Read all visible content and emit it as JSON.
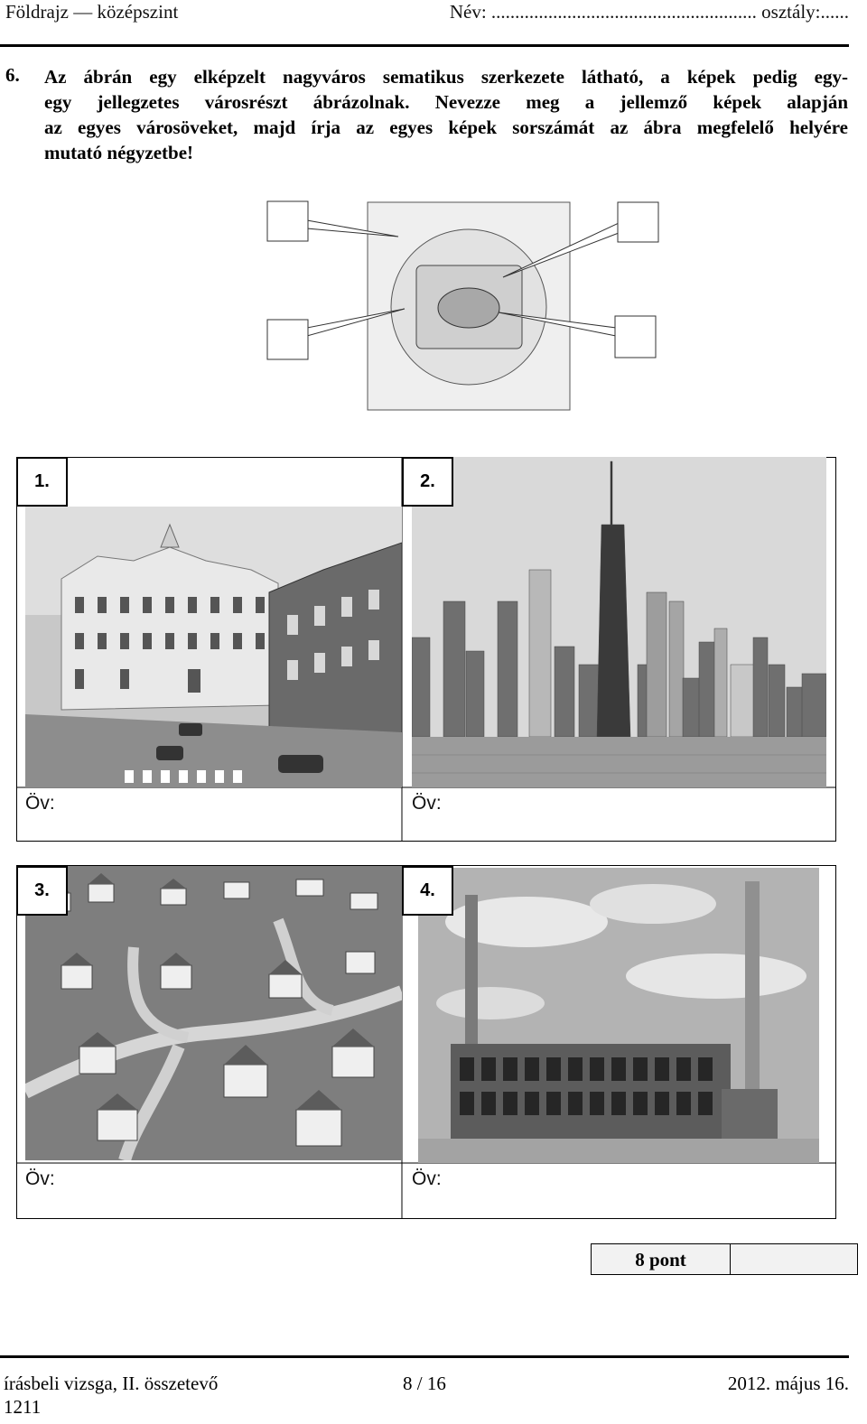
{
  "header": {
    "left": "Földrajz — középszint",
    "right": "Név: ........................................................ osztály:......"
  },
  "question": {
    "number": "6.",
    "lines": [
      "Az ábrán egy elképzelt nagyváros sematikus szerkezete látható, a képek pedig egy-",
      "egy jellegzetes városrészt ábrázolnak. Nevezze meg a jellemző képek alapján",
      "az egyes városöveket, majd írja az egyes képek sorszámát az ábra megfelelő helyére",
      "mutató négyzetbe!"
    ]
  },
  "photos": [
    {
      "number": "1.",
      "zone_label": "Öv:"
    },
    {
      "number": "2.",
      "zone_label": "Öv:"
    },
    {
      "number": "3.",
      "zone_label": "Öv:"
    },
    {
      "number": "4.",
      "zone_label": "Öv:"
    }
  ],
  "points": {
    "label": "8 pont"
  },
  "footer": {
    "left": "írásbeli vizsga, II. összetevő",
    "center": "8 / 16",
    "right": "2012. május 16.",
    "code": "1211"
  }
}
